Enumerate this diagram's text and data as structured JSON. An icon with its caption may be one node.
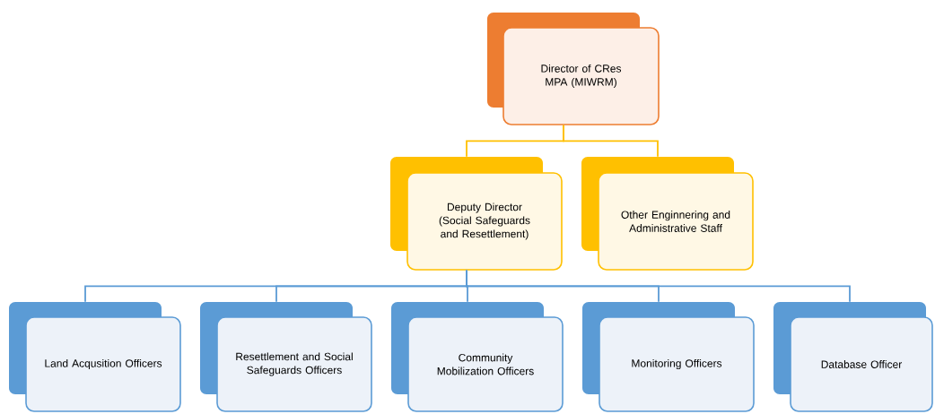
{
  "diagram": {
    "nodes": [
      {
        "text": [
          "Director of CRes MPA (MIWRM)"
        ]
      },
      {
        "text": [
          "Deputy Director (Social Safeguards and Resettlement)"
        ]
      },
      {
        "text": [
          "Other Enginnering and Administrative Staff"
        ]
      },
      {
        "text": [
          "Land Acqusition Officers"
        ]
      },
      {
        "text": [
          "Resettlement and Social Safeguards Officers"
        ]
      },
      {
        "text": [
          "Community Mobilization Officers"
        ]
      },
      {
        "text": [
          "Monitoring Officers"
        ]
      },
      {
        "text": [
          "Database Officer"
        ]
      }
    ],
    "edges": [
      {
        "from": 0,
        "to": 1,
        "arrow": "none",
        "color": "#ffc000"
      },
      {
        "from": 0,
        "to": 2,
        "arrow": "none",
        "color": "#ffc000"
      },
      {
        "from": 1,
        "to": 3,
        "arrow": "none"
      },
      {
        "from": 1,
        "to": 4,
        "arrow": "none"
      },
      {
        "from": 1,
        "to": 5,
        "arrow": "none"
      },
      {
        "from": 1,
        "to": 6,
        "arrow": "none"
      },
      {
        "from": 1,
        "to": 7,
        "arrow": "none"
      }
    ]
  }
}
